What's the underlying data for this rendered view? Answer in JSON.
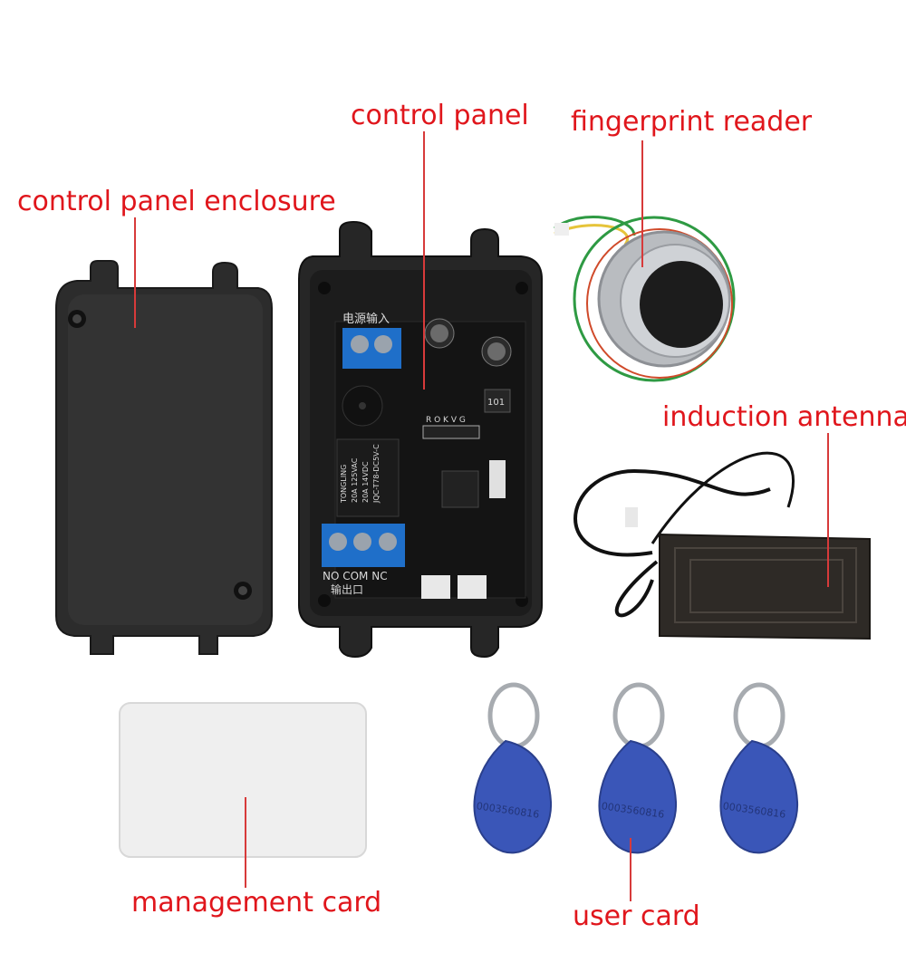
{
  "labels": {
    "control_panel": "control panel",
    "fingerprint_reader": "fingerprint reader",
    "control_panel_enclosure": "control panel enclosure",
    "induction_antenna": "induction antenna",
    "management_card": "management card",
    "user_card": "user card"
  },
  "pcb": {
    "power_input": "电源输入",
    "relay_brand": "TONGLING",
    "relay_rating_1": "20A 125VAC",
    "relay_rating_2": "20A 14VDC",
    "relay_model": "JQC-T78-DC5V-C",
    "output_terminals": "NO  COM  NC",
    "output_port": "输出口",
    "header_pins": "R O K V G",
    "inductor_code": "101"
  },
  "fob_number": "0003560816",
  "colors": {
    "label_text": "#e0161c",
    "leader_line": "#d73a3a",
    "enclosure": "#2a2a2a",
    "pcb": "#1a1a1a",
    "terminal_block": "#1f6fc9",
    "fob": "#3a56b8",
    "card": "#eeeeee"
  }
}
